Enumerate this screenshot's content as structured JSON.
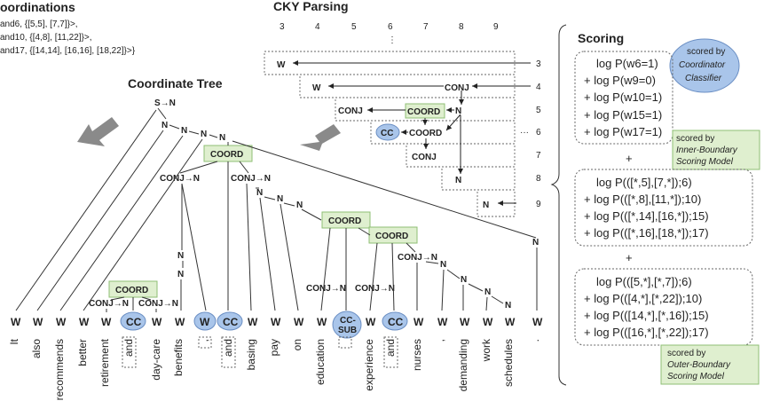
{
  "coordinations": {
    "title": "oordinations",
    "lines": [
      "and6,  {[5,5], [7,7]}>,",
      "and10, {[4,8], [11,22]}>,",
      "and17, {[14,14], [16,16], [18,22]}>}"
    ]
  },
  "tree": {
    "title": "Coordinate Tree",
    "root": "S→N",
    "n": "N",
    "coord": "COORD",
    "conjn": "CONJ→N",
    "w": "W",
    "cc": "CC",
    "ccsub": [
      "CC-",
      "SUB"
    ],
    "dots": "·",
    "words": [
      "It",
      "also",
      "recommends",
      "better",
      "retirement",
      "and",
      "day-care",
      "benefits",
      ",",
      "and",
      "basing",
      "pay",
      "on",
      "education",
      "experience",
      "and",
      "nurses",
      ",",
      "demanding",
      "work",
      "schedules",
      "."
    ]
  },
  "cky": {
    "title": "CKY Parsing",
    "cols": [
      "3",
      "4",
      "5",
      "6",
      "7",
      "8",
      "9"
    ],
    "rows": [
      "3",
      "4",
      "5",
      "6",
      "7",
      "8",
      "9"
    ],
    "vdots": "⋮",
    "hdots": "···",
    "w": "W",
    "conj": "CONJ",
    "coord": "COORD",
    "cc": "CC",
    "n": "N"
  },
  "scoring": {
    "title": "Scoring",
    "coordinator_note": [
      "scored by",
      "Coordinator",
      "Classifier"
    ],
    "group1": [
      "log P(w6=1)",
      "+ log P(w9=0)",
      "+ log P(w10=1)",
      "+ log P(w15=1)",
      "+ log P(w17=1)"
    ],
    "inner_note": [
      "scored by",
      "Inner-Boundary",
      "Scoring Model"
    ],
    "plus": "+",
    "group2": [
      "log P(([*,5],[7,*]);6)",
      "+ log P(([*,8],[11,*]);10)",
      "+ log P(([*,14],[16,*]);15)",
      "+ log P(([*,16],[18,*]);17)"
    ],
    "group3": [
      "log P(([5,*],[*,7]);6)",
      "+ log P(([4,*],[*,22]);10)",
      "+ log P(([14,*],[*,16]);15)",
      "+ log P(([16,*],[*,22]);17)"
    ],
    "outer_note": [
      "scored by",
      "Outer-Boundary",
      "Scoring Model"
    ]
  },
  "colors": {
    "coord_fill": "#dfefcf",
    "cc_fill": "#a9c5ea",
    "arrow_gray": "#8a8a8a"
  }
}
